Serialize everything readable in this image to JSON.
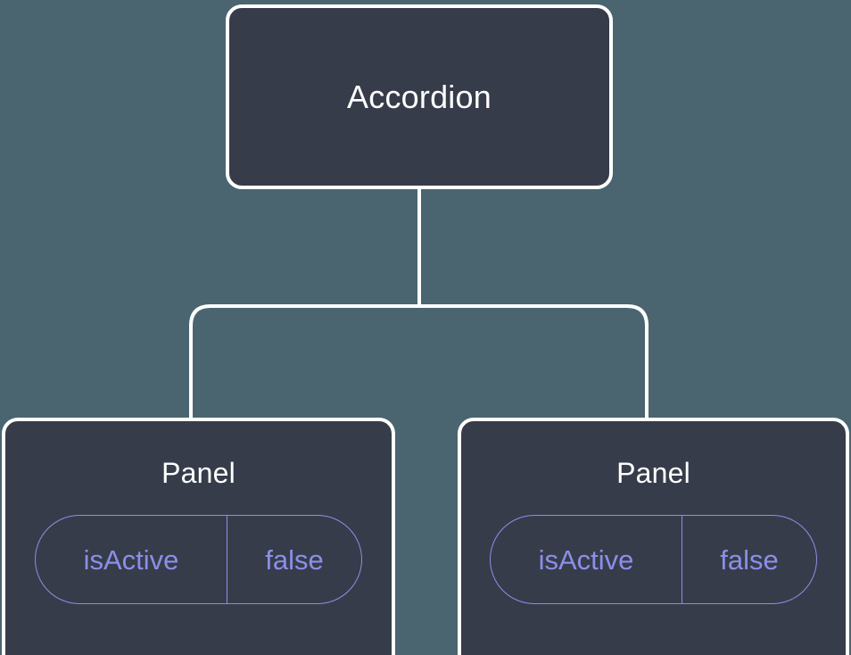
{
  "diagram": {
    "type": "component-tree",
    "background_color": "#4a6570",
    "node_fill_color": "#373c4a",
    "node_border_color": "#ffffff",
    "connector_color": "#ffffff",
    "accent_color": "#8b8fe8",
    "title_color": "#ffffff"
  },
  "root": {
    "label": "Accordion"
  },
  "children": [
    {
      "label": "Panel",
      "state": {
        "key": "isActive",
        "value": "false"
      }
    },
    {
      "label": "Panel",
      "state": {
        "key": "isActive",
        "value": "false"
      }
    }
  ]
}
